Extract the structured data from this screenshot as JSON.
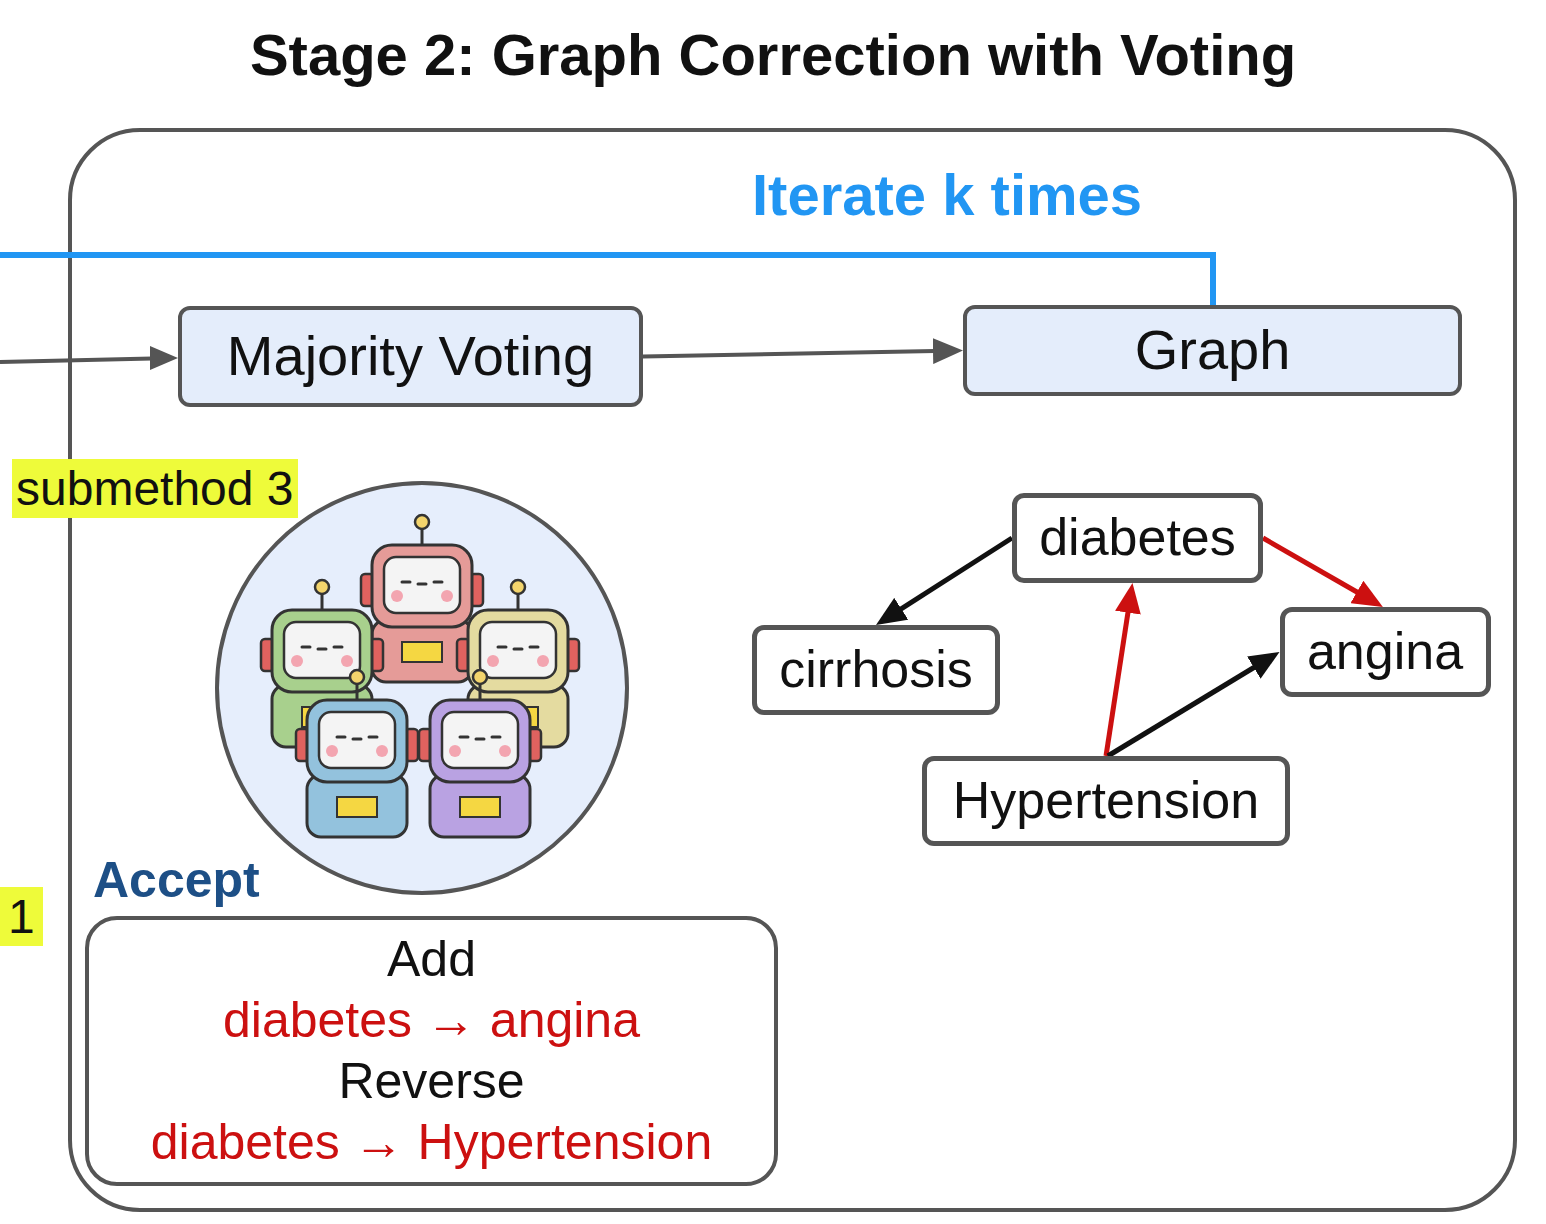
{
  "diagram": {
    "title": "Stage 2: Graph Correction with Voting",
    "nodes": [
      {
        "text": [
          "Majority Voting"
        ]
      },
      {
        "text": [
          "Graph"
        ]
      },
      {
        "text": [
          "diabetes"
        ]
      },
      {
        "text": [
          "cirrhosis"
        ]
      },
      {
        "text": [
          "angina"
        ]
      },
      {
        "text": [
          "Hypertension"
        ]
      },
      {
        "text": [
          "Accept",
          "Add",
          "diabetes → angina",
          "Reverse",
          "diabetes → Hypertension"
        ]
      }
    ],
    "edges": [
      {
        "from": 0,
        "to": 1,
        "arrow": "to"
      },
      {
        "from": 2,
        "to": 3,
        "arrow": "to"
      },
      {
        "from": 2,
        "to": 4,
        "arrow": "to"
      },
      {
        "from": 5,
        "to": 2,
        "arrow": "to"
      },
      {
        "from": 5,
        "to": 4,
        "arrow": "to"
      }
    ],
    "labels": [
      "Iterate k times",
      "submethod 3",
      "1"
    ]
  }
}
